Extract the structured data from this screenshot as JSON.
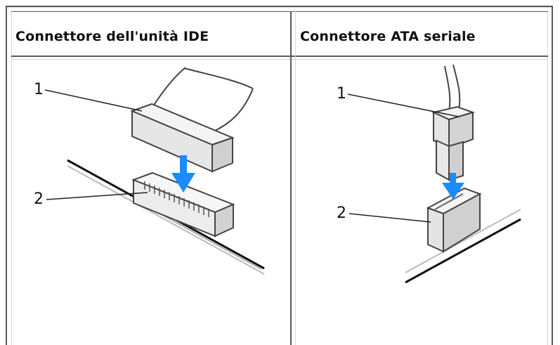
{
  "table": {
    "headers": [
      "Connettore dell'unità IDE",
      "Connettore ATA seriale"
    ]
  },
  "ide_figure": {
    "callouts": [
      {
        "number": "1",
        "label": ""
      },
      {
        "number": "2",
        "label": ""
      }
    ],
    "arrow_color": "#1a8cff"
  },
  "sata_figure": {
    "callouts": [
      {
        "number": "1",
        "label": ""
      },
      {
        "number": "2",
        "label": ""
      }
    ],
    "arrow_color": "#1a8cff"
  }
}
